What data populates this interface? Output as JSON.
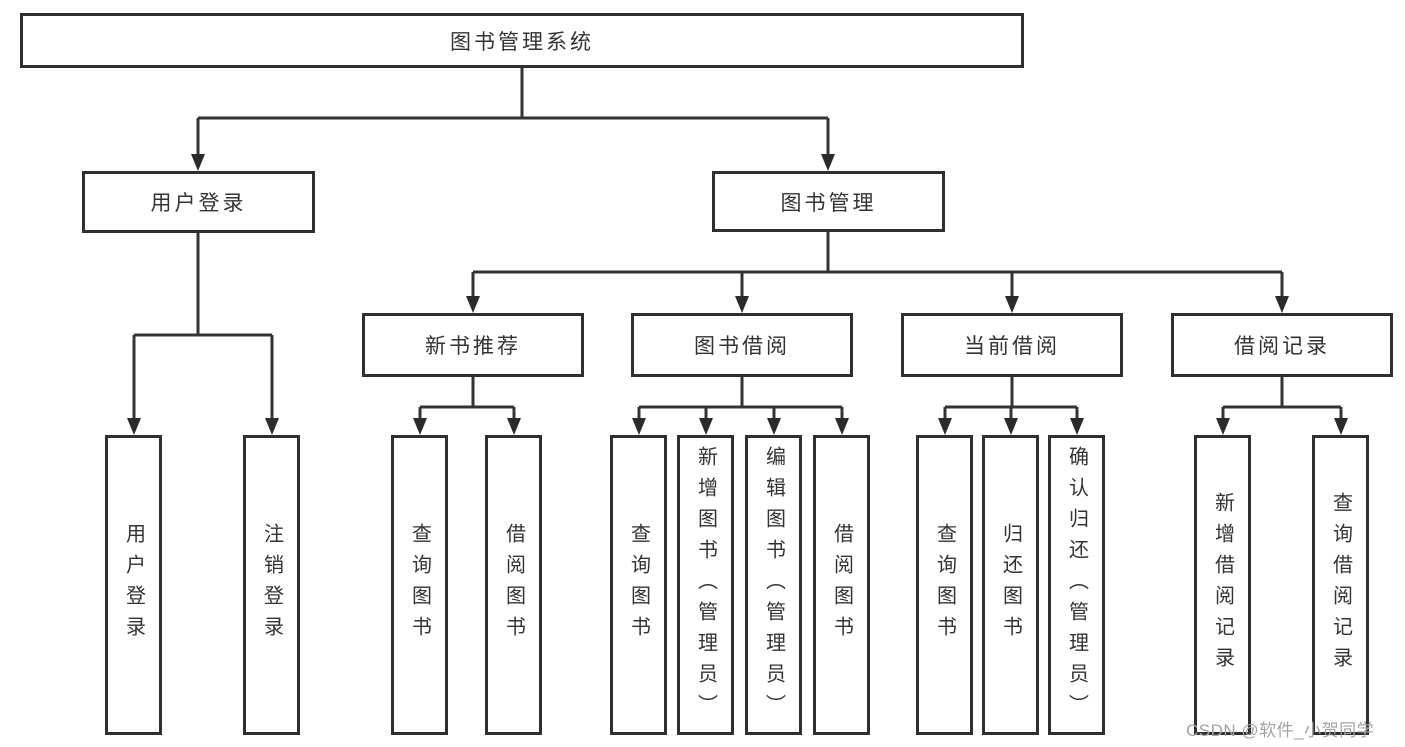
{
  "colors": {
    "line": "#333333",
    "arrow": "#2b2b2b",
    "box_border": "#2f2f2f",
    "text": "#333333",
    "watermark": "#a3a3a3",
    "background": "#ffffff"
  },
  "watermark": {
    "text": "CSDN @软件_小贺同学"
  },
  "nodes": {
    "root": "图书管理系统",
    "userLogin": "用户登录",
    "bookMgmt": "图书管理",
    "newBookRec": "新书推荐",
    "bookBorrow": "图书借阅",
    "currentBorrow": "当前借阅",
    "borrowRecords": "借阅记录",
    "leafUserLogin": "用户登录",
    "leafLogout": "注销登录",
    "recQuery": "查询图书",
    "recBorrow": "借阅图书",
    "bbQuery": "查询图书",
    "bbAdd": "新增图书（管理员）",
    "bbEdit": "编辑图书（管理员）",
    "bbBorrow": "借阅图书",
    "cbQuery": "查询图书",
    "cbReturn": "归还图书",
    "cbConfirm": "确认归还（管理员）",
    "brAdd": "新增借阅记录",
    "brQuery": "查询借阅记录"
  }
}
